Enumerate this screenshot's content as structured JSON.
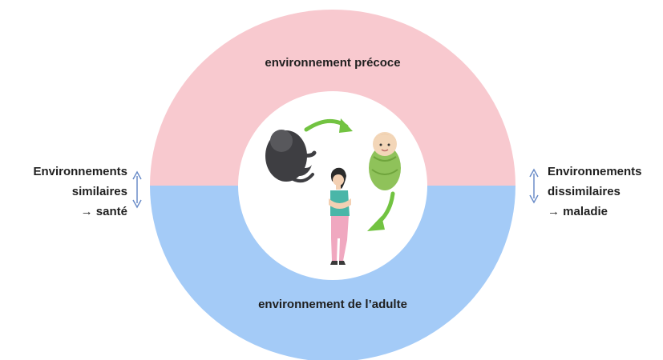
{
  "top_label": "environnement précoce",
  "bottom_label": "environnement de l’adulte",
  "left_text": {
    "line1": "Environnements",
    "line2": "similaires",
    "line3": "→ santé"
  },
  "right_text": {
    "line1": "Environnements",
    "line2": "dissimilaires",
    "line3": "→ maladie"
  },
  "colors": {
    "top_half": "#f8c9cf",
    "bottom_half": "#a4cbf7",
    "arrow_green": "#72c341",
    "side_arrow": "#6a8cc8"
  },
  "icons": [
    "fetus-icon",
    "baby-icon",
    "woman-icon",
    "cycle-arrow-icon",
    "double-arrow-icon"
  ]
}
